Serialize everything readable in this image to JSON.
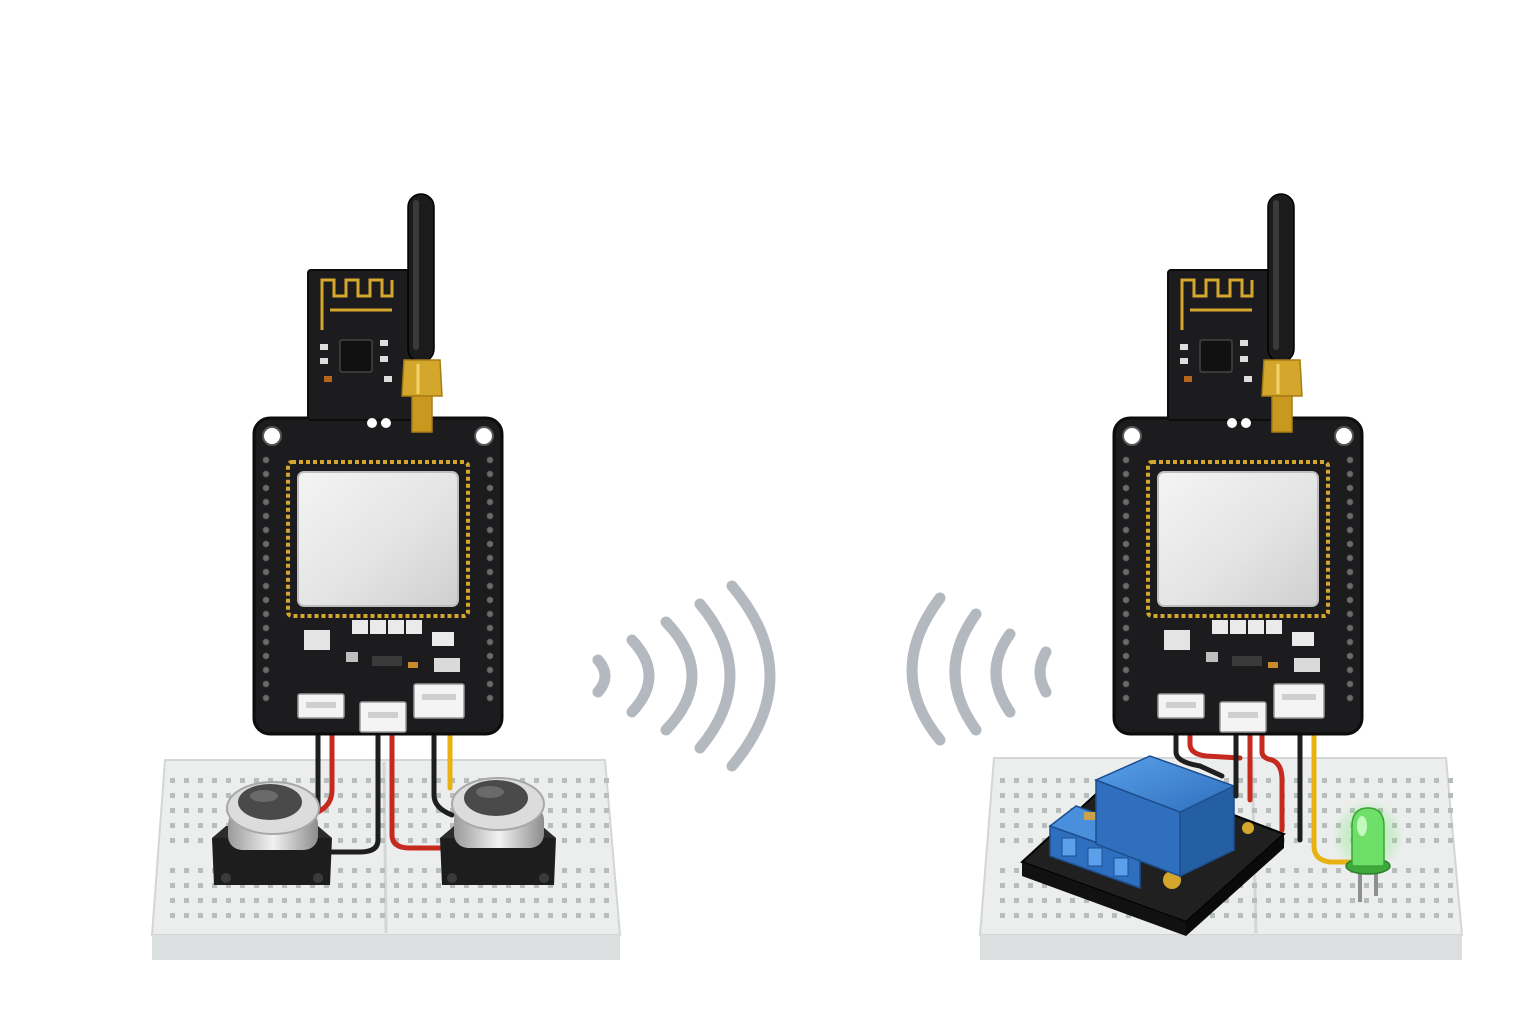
{
  "scene": {
    "nodes": [
      {
        "id": "transmitter",
        "role": "sender",
        "inputs": [
          "push-button",
          "push-button"
        ]
      },
      {
        "id": "receiver",
        "role": "receiver",
        "outputs": [
          "relay-module",
          "led"
        ]
      }
    ],
    "link": {
      "type": "wireless",
      "waves_per_side": 4
    }
  },
  "colors": {
    "pcb": "#1c1c1e",
    "pcb_edge": "#0c0c0c",
    "gold": "#d4a72c",
    "shield": "#e6e6e6",
    "breadboard": "#eceeee",
    "breadboard_hole": "#b7bcbc",
    "wire_red": "#c62a1e",
    "wire_black": "#1e1e1e",
    "wire_yellow": "#e8b214",
    "wave": "#b4b9c0",
    "relay_blue": "#3a7fd0",
    "led_green": "#6ee06a"
  }
}
